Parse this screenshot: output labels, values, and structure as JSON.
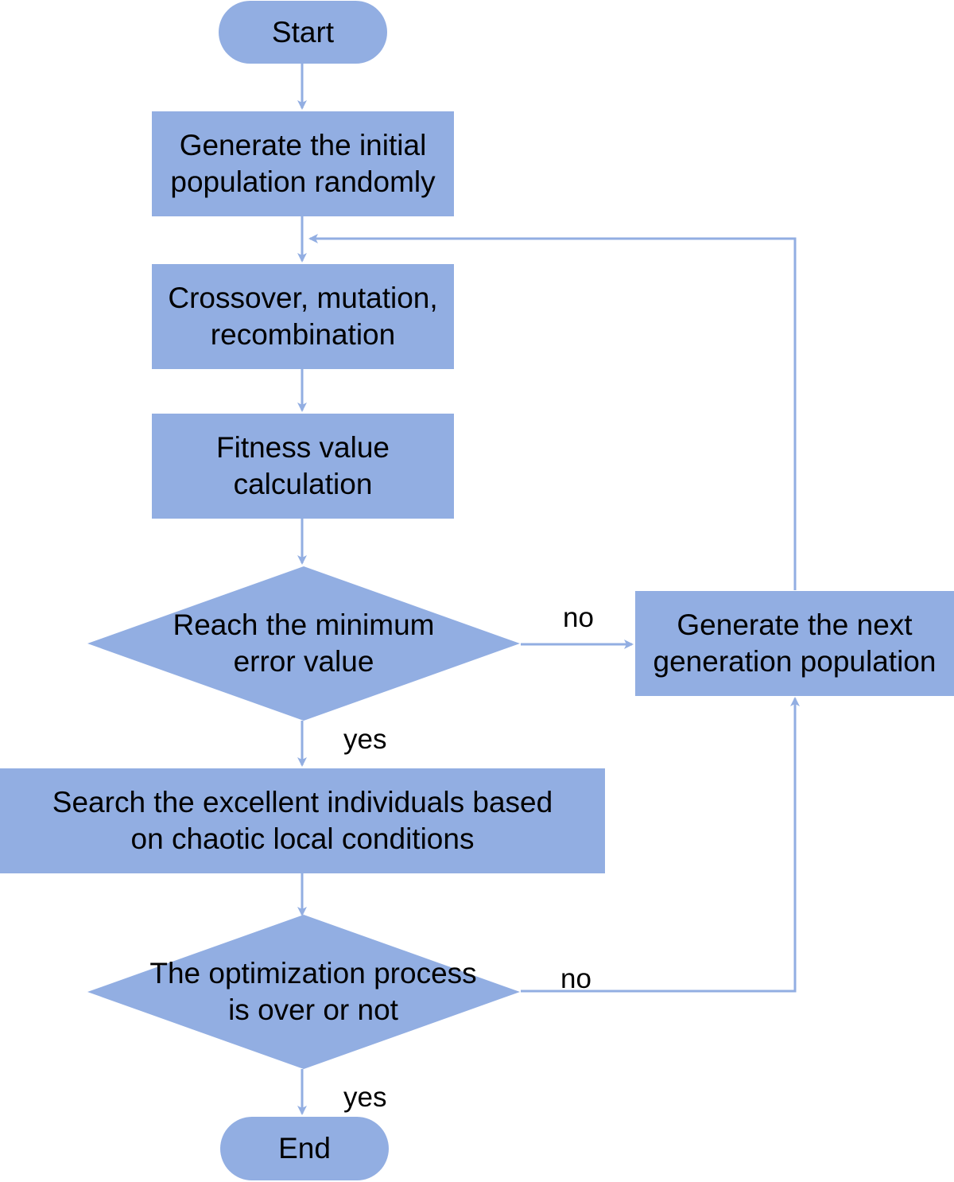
{
  "colors": {
    "node_fill": "#92aee2",
    "edge": "#92aee2",
    "text": "#000000"
  },
  "nodes": {
    "start": "Start",
    "init_population": "Generate the initial\npopulation randomly",
    "crossover": "Crossover, mutation,\nrecombination",
    "fitness": "Fitness value\ncalculation",
    "min_error": "Reach the minimum\nerror value",
    "next_generation": "Generate the next\ngeneration population",
    "search_excellent": "Search the excellent individuals based\non chaotic local conditions",
    "optimization_over": "The optimization process\nis over or not",
    "end": "End"
  },
  "edge_labels": {
    "min_error_no": "no",
    "min_error_yes": "yes",
    "optimization_no": "no",
    "optimization_yes": "yes"
  }
}
